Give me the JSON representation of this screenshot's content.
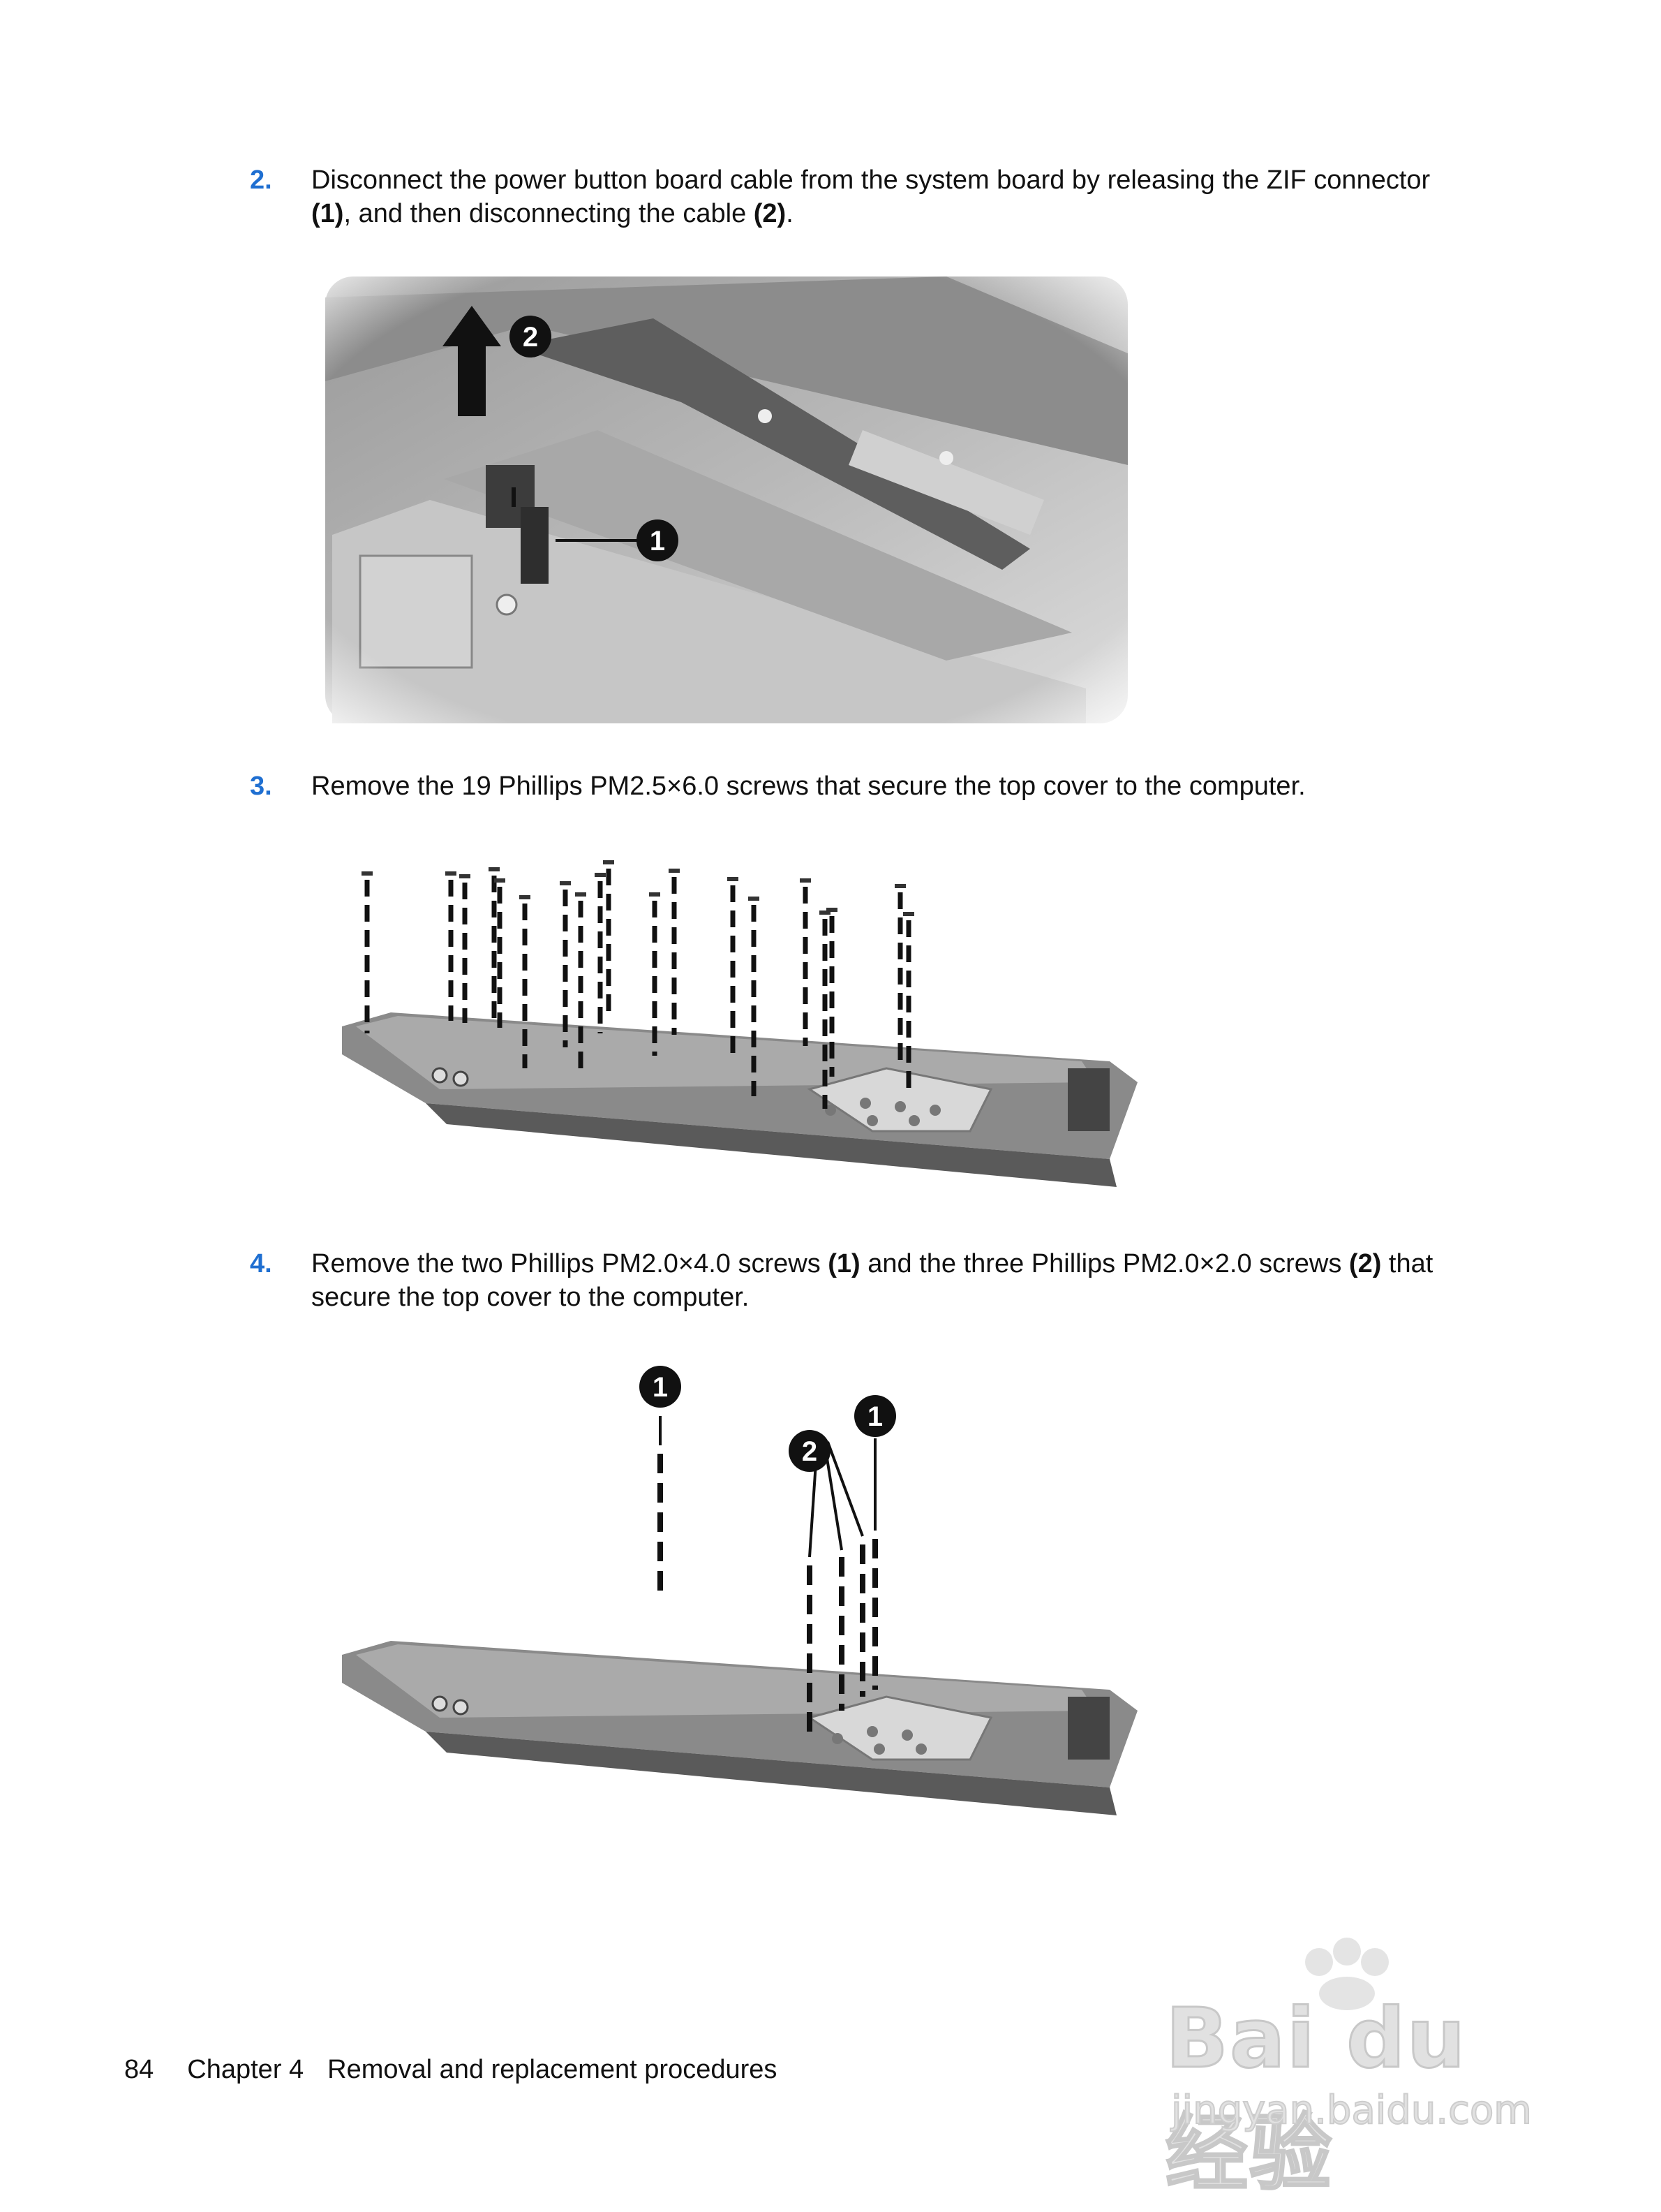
{
  "steps": [
    {
      "number": "2.",
      "line1_text": "Disconnect the power button board cable from the system board by releasing the ZIF connector",
      "line2_callout1": "(1)",
      "line2_mid": ", and then disconnecting the cable ",
      "line2_callout2": "(2)",
      "line2_end": "."
    },
    {
      "number": "3.",
      "text": "Remove the 19 Phillips PM2.5×6.0 screws that secure the top cover to the computer."
    },
    {
      "number": "4.",
      "part1": "Remove the two Phillips PM2.0×4.0 screws ",
      "callout1": "(1)",
      "part2": " and the three Phillips PM2.0×2.0 screws ",
      "callout2": "(2)",
      "part3": " that",
      "line2": "secure the top cover to the computer."
    }
  ],
  "figure1": {
    "callout_zif": "1",
    "callout_cable": "2"
  },
  "figure3": {
    "callout_a": "1",
    "callout_b": "2",
    "callout_c": "1"
  },
  "footer": {
    "page_number": "84",
    "chapter": "Chapter 4",
    "title": "Removal and replacement procedures"
  },
  "watermark": {
    "brand": "Bai du 经验",
    "url": "jingyan.baidu.com"
  }
}
